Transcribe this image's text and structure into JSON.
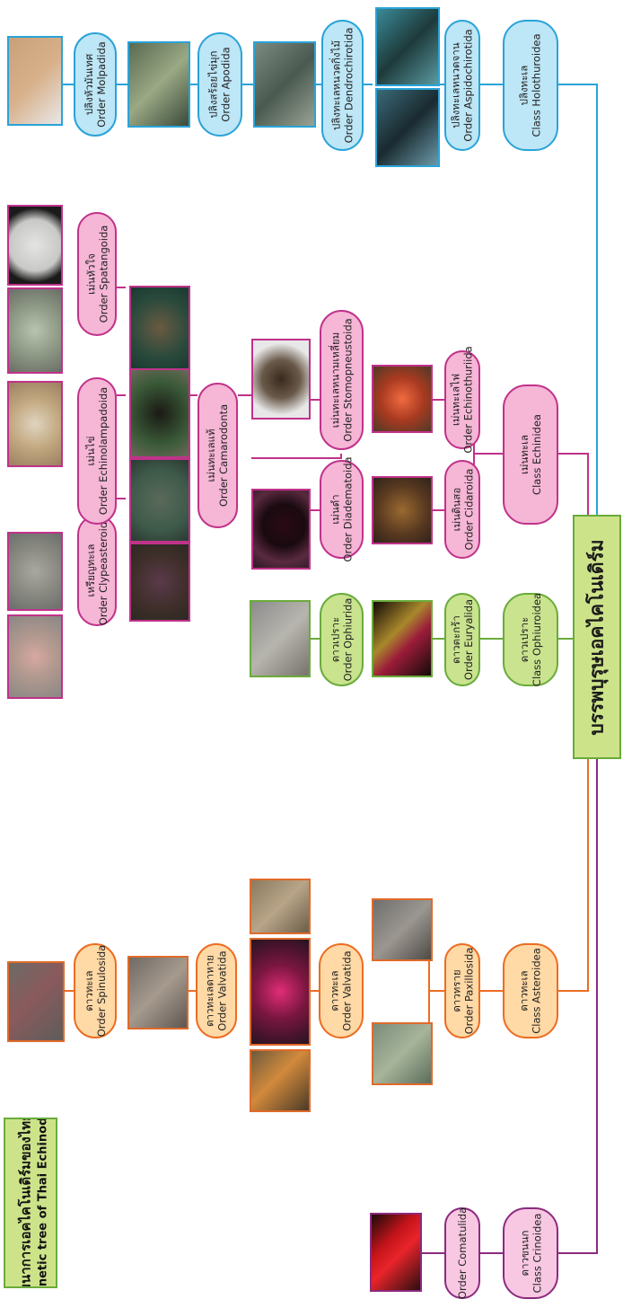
{
  "title": {
    "line1": "ต้นไม้วิวัฒนาการเอคไคโนเดิร์มของไทย",
    "line2": "(Phylogenetic tree of Thai Echinodermata)"
  },
  "root": {
    "label": "บรรพบุรุษเอคไคโนเดิร์ม"
  },
  "colors": {
    "asteroid": "#ec6c22",
    "ophiuroid": "#6aab3a",
    "echinoid": "#c0328a",
    "holothuroid": "#2aa3d8",
    "crinoid": "#8c2a7f"
  },
  "crinoidea": {
    "class": {
      "thai": "ดาวขนนก",
      "latin": "Class Crinoidea"
    },
    "order": {
      "thai": "",
      "latin": "Order Comatulida"
    }
  },
  "asteroidea": {
    "class": {
      "thai": "ดาวทะเล",
      "latin": "Class Asteroidea"
    },
    "paxillosida": {
      "thai": "ดาวทราย",
      "latin": "Order Paxillosida"
    },
    "valvatida1": {
      "thai": "ดาวทะเล",
      "latin": "Order Valvatida"
    },
    "valvatida2": {
      "thai": "ดาวทะเลดาหาย",
      "latin": "Order Valvatida"
    },
    "spinulosida": {
      "thai": "ดาวทะเล",
      "latin": "Order Spinulosida"
    }
  },
  "ophiuroidea": {
    "class": {
      "thai": "ดาวเปราะ",
      "latin": "Class Ophiuroidea"
    },
    "euryalida": {
      "thai": "ดาวตะกร้า",
      "latin": "Order Euryalida"
    },
    "ophiurida": {
      "thai": "ดาวเปราะ",
      "latin": "Order Ophiurida"
    }
  },
  "echinoidea": {
    "class": {
      "thai": "เม่นทะเล",
      "latin": "Class Echinidea"
    },
    "cidaroida": {
      "thai": "เม่นดินสอ",
      "latin": "Order Cidaroida"
    },
    "echinothuriida": {
      "thai": "เม่นทะเลไฟ",
      "latin": "Order Echinothuriida"
    },
    "diadematoida": {
      "thai": "เม่นดำ",
      "latin": "Order Diadematoida"
    },
    "stomopneustoida": {
      "thai": "เม่นทะเลหนามเหลี่ยม",
      "latin": "Order Stomopneustoida"
    },
    "camarodonta": {
      "thai": "เม่นทะเลแท้",
      "latin": "Order Camarodonta"
    },
    "clypeasteroida": {
      "thai": "เหรียญทะเล",
      "latin": "Order Clypeasteroida"
    },
    "echinolampadoida": {
      "thai": "เม่นไข่",
      "latin": "Order Echinolampadoida"
    },
    "spatangoida": {
      "thai": "เม่นหัวใจ",
      "latin": "Order Spatangoida"
    }
  },
  "holothuroidea": {
    "class": {
      "thai": "ปลิงทะเล",
      "latin": "Class Holothuroidea"
    },
    "aspidochirotida": {
      "thai": "ปลิงทะเลหนวดจาน",
      "latin": "Order Aspidochirotida"
    },
    "dendrochirotida": {
      "thai": "ปลิงทะเลหนวดกิ่งไม้",
      "latin": "Order Dendrochirotida"
    },
    "apodida": {
      "thai": "ปลิงสร้อยไข่มุก",
      "latin": "Order Apodida"
    },
    "molpadida": {
      "thai": "ปลิงหัวมันเทศ",
      "latin": "Order Molpadida"
    }
  }
}
